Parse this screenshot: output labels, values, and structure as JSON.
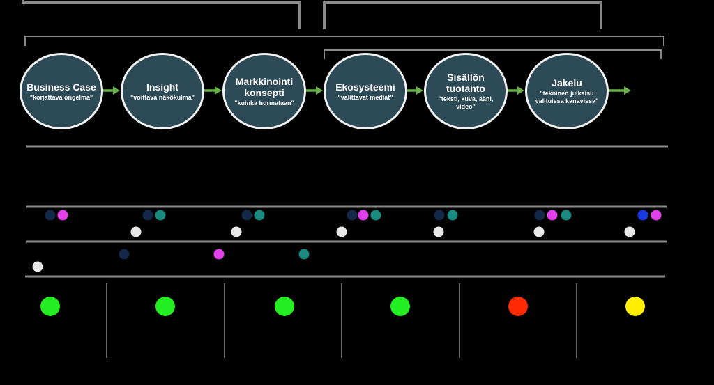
{
  "steps": [
    {
      "title": "Business Case",
      "subtitle": "\"korjattava ongelma\""
    },
    {
      "title": "Insight",
      "subtitle": "\"voittava näkökulma\""
    },
    {
      "title": "Markkinointi konsepti",
      "subtitle": "\"kuinka hurmataan\""
    },
    {
      "title": "Ekosysteemi",
      "subtitle": "\"valittavat mediat\""
    },
    {
      "title": "Sisällön tuotanto",
      "subtitle": "\"teksti, kuva, ääni, video\""
    },
    {
      "title": "Jakelu",
      "subtitle": "\"tekninen julkaisu valituissa kanavissa\""
    }
  ],
  "colors": {
    "circle_fill": "#2d4a57",
    "circle_border": "#f2f2f2",
    "arrow": "#6ab04c",
    "bracket": "#8a8a8a",
    "divider": "#8a8a8a",
    "dot_navy": "#14284a",
    "dot_magenta": "#e040e8",
    "dot_teal": "#1a8a80",
    "dot_white": "#e8e8e8",
    "dot_blue": "#1a3ae0",
    "status_green": "#22ee22",
    "status_red": "#ff2a00",
    "status_yellow": "#ffee00"
  },
  "status_lights": [
    "status_green",
    "status_green",
    "status_green",
    "status_green",
    "status_red",
    "status_yellow"
  ]
}
